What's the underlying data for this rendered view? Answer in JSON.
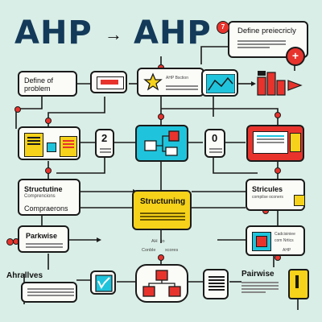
{
  "header": {
    "title_left": "AHP",
    "arrow": "→",
    "title_right": "AHP",
    "define_label": "Define preiecricly",
    "badge_number": "7"
  },
  "row1": {
    "problem_label": "Define of problem",
    "middle_label": "AHP Bsction"
  },
  "row2": {
    "num_left": "2",
    "num_right": "0"
  },
  "row3": {
    "structuring_left_title": "Structutine",
    "structuring_left_sub1": "Comprencions",
    "structuring_left_sub2": "Compraerons",
    "structuring_center_title": "Structuning",
    "structuring_right_title": "Stricules",
    "structuring_right_sub": "compilse oconers"
  },
  "row4": {
    "pairwise_left": "Parkwise",
    "center_label_1": "AH",
    "center_label_2": "to",
    "center_label_3": "Conble",
    "center_label_4": "xcores",
    "right_title": "Cadcisiniee",
    "right_sub": "com Nrtics",
    "right_sub2": "AHP"
  },
  "row5": {
    "alternatives": "Ahrallves",
    "pairwise_right": "Pairwise"
  },
  "colors": {
    "background": "#d9eee6",
    "accent_red": "#e8332d",
    "accent_cyan": "#1fc4dc",
    "accent_yellow": "#f6d21a",
    "navy": "#143a5a"
  }
}
